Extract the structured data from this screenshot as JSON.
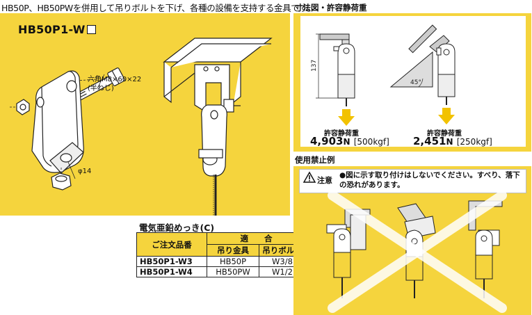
{
  "intro_text": "HB50P、HB50PWを併用して吊りボルトを下げ、各種の設備を支持する金具です。",
  "product": {
    "model": "HB50P1-W",
    "bolt_label_line1": "六角M8×60×22",
    "bolt_label_line2": "(半ねじ)",
    "hole_diameter": "φ14"
  },
  "dimension": {
    "title": "寸法図・許容静荷重",
    "height_dim": "137",
    "angle_dim": "45°",
    "loads": [
      {
        "label": "許容静荷重",
        "value": "4,903",
        "unit": "N",
        "kgf": "[500kgf]"
      },
      {
        "label": "許容静荷重",
        "value": "2,451",
        "unit": "N",
        "kgf": "[250kgf]"
      }
    ]
  },
  "prohibited": {
    "title": "使用禁止例",
    "warning_label": "注意",
    "warning_text": "●図に示す取り付けはしないでください。すべり、落下の恐れがあります。"
  },
  "spec_table": {
    "title": "電気亜鉛めっき(C)",
    "header_order": "ご注文品番",
    "header_fit": "適　　合",
    "header_hanger": "吊り金具",
    "header_bolt": "吊りボルト",
    "rows": [
      {
        "code": "HB50P1-W3",
        "hanger": "HB50P",
        "bolt": "W3/8"
      },
      {
        "code": "HB50P1-W4",
        "hanger": "HB50PW",
        "bolt": "W1/2"
      }
    ]
  },
  "colors": {
    "accent_yellow": "#f5d43d",
    "arrow_yellow": "#f2c200",
    "line": "#222222"
  }
}
